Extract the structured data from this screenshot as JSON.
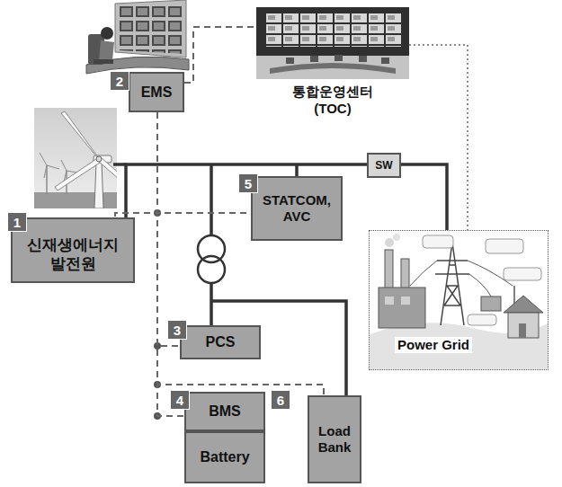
{
  "diagram": {
    "nodes": [
      {
        "text": [
          "EMS"
        ]
      },
      {
        "text": [
          "통합운영센터 (TOC)"
        ]
      },
      {
        "text": [
          "SW"
        ]
      },
      {
        "text": [
          "STATCOM, AVC"
        ]
      },
      {
        "text": [
          "신재생에너지 발전원"
        ]
      },
      {
        "text": [
          "Power Grid"
        ]
      },
      {
        "text": [
          "PCS"
        ]
      },
      {
        "text": [
          "BMS"
        ]
      },
      {
        "text": [
          "Battery"
        ]
      },
      {
        "text": [
          "Load Bank"
        ]
      }
    ],
    "edges": [
      {
        "from": 0,
        "to": 1,
        "arrow": "none"
      },
      {
        "from": 1,
        "to": 5,
        "arrow": "none"
      },
      {
        "from": 4,
        "to": 2,
        "arrow": "none"
      },
      {
        "from": 2,
        "to": 5,
        "arrow": "none"
      },
      {
        "from": 0,
        "to": 3,
        "arrow": "none"
      },
      {
        "from": 0,
        "to": 4,
        "arrow": "none"
      },
      {
        "from": 0,
        "to": 6,
        "arrow": "none"
      },
      {
        "from": 0,
        "to": 7,
        "arrow": "none"
      },
      {
        "from": 0,
        "to": 9,
        "arrow": "none"
      }
    ],
    "labels": [
      "2",
      "5",
      "1",
      "3",
      "4",
      "6"
    ]
  }
}
